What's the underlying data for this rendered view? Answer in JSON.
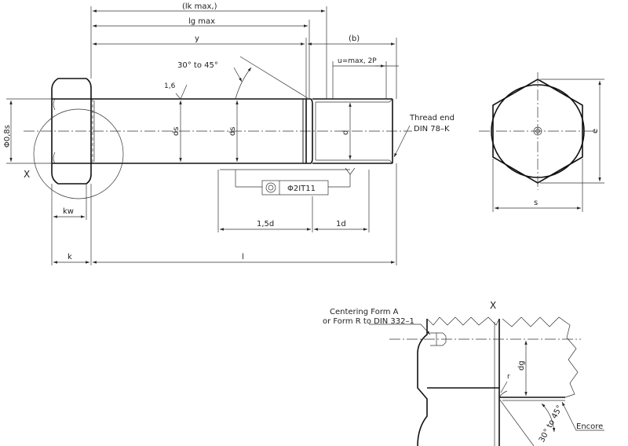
{
  "labels": {
    "lk_max": "(lk max,)",
    "lg_max": "lg max",
    "y": "y",
    "b": "(b)",
    "u": "u=max, 2P",
    "angle_top": "30° to 45°",
    "roughness": "1,6",
    "ds1": "ds",
    "ds2": "ds",
    "d": "d",
    "phi08s": "Φ0,8s",
    "thread_end_1": "Thread end",
    "thread_end_2": "DIN 78–K",
    "tolerance": "Φ2IT11",
    "dim_1_5d": "1,5d",
    "dim_1d": "1d",
    "kw": "kw",
    "k": "k",
    "l": "l",
    "s": "s",
    "e": "e",
    "x_view": "X",
    "x_detail": "X",
    "centering_1": "Centering Form A",
    "centering_2": "or Form R to DIN 332–1",
    "dg": "dg",
    "r": "r",
    "angle_detail": "30° to 45°",
    "encore": "Encore"
  }
}
